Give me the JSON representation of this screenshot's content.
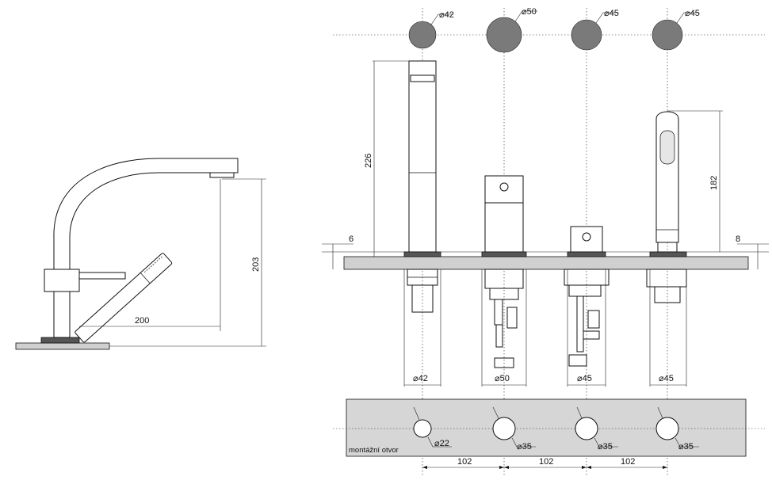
{
  "colors": {
    "line": "#111111",
    "deck_fill": "#d0d0d0",
    "plan_fill": "#d6d6d6",
    "knob_fill": "#7a7a7a",
    "collar_fill": "#555555"
  },
  "side_view": {
    "spout_reach": "200",
    "spout_height": "203"
  },
  "front_view": {
    "spout_height": "226",
    "handshower_height": "182",
    "deck_left_thickness": "6",
    "deck_right_thickness": "8"
  },
  "top_diameters": [
    "⌀42",
    "⌀50",
    "⌀45",
    "⌀45"
  ],
  "below_deck_diameters": [
    "⌀42",
    "⌀50",
    "⌀45",
    "⌀45"
  ],
  "mounting_plate": {
    "label": "montážní otvor",
    "hole_diameters": [
      "⌀22",
      "⌀35",
      "⌀35",
      "⌀35"
    ],
    "spacings": [
      "102",
      "102",
      "102"
    ]
  }
}
